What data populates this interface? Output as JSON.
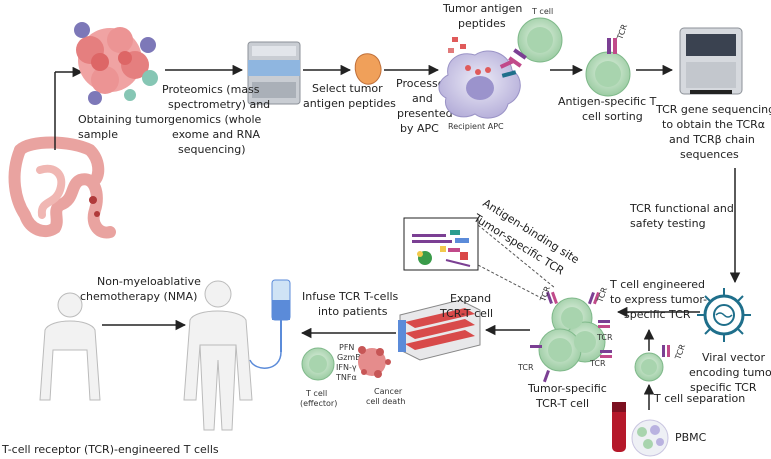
{
  "caption": "T-cell receptor (TCR)-engineered T cells",
  "labels": {
    "obtaining_tumor": [
      "Obtaining tumor",
      "sample"
    ],
    "proteomics": [
      "Proteomics (mass",
      "spectrometry) and",
      "genomics (whole",
      "exome and RNA",
      "sequencing)"
    ],
    "select_peptides": [
      "Select tumor",
      "antigen peptides"
    ],
    "processed": [
      "Processed",
      "and",
      "presented",
      "by APC"
    ],
    "tumor_antigen_peptides": [
      "Tumor antigen",
      "peptides"
    ],
    "t_cell": "T cell",
    "tcr": "TCR",
    "recipient_apc": "Recipient APC",
    "antigen_sorting": [
      "Antigen-specific T",
      "cell sorting"
    ],
    "tcr_sequencing": [
      "TCR gene sequencing",
      "to obtain the TCRα",
      "and TCRβ chain",
      "sequences"
    ],
    "functional_testing": [
      "TCR functional and",
      "safety testing"
    ],
    "antigen_binding_site": "Antigen-binding site",
    "tumor_specific_tcr": "Tumor-specific TCR",
    "engineered": [
      "T cell engineered",
      "to express tumor-",
      "specific TCR"
    ],
    "viral_vector": [
      "Viral vector",
      "encoding tumor-",
      "specific TCR"
    ],
    "t_cell_separation": "T cell separation",
    "pbmc": "PBMC",
    "tumor_specific_tcr_t": [
      "Tumor-specific",
      "TCR-T cell"
    ],
    "expand": [
      "Expand",
      "TCR-T cell"
    ],
    "infuse": [
      "Infuse TCR T-cells",
      "into patients"
    ],
    "nma": [
      "Non-myeloablative",
      "chemotherapy (NMA)"
    ],
    "effector": [
      "T cell",
      "(effector)"
    ],
    "cytokines": [
      "PFN",
      "GzmB",
      "IFN-γ",
      "TNFα"
    ],
    "cancer_death": [
      "Cancer",
      "cell death"
    ]
  },
  "colors": {
    "tcell_fill": "#cfe6cf",
    "tcell_inner": "#7fb98a",
    "tcr_purple": "#7b3f93",
    "tcr_pink": "#c14a8a",
    "tumor_red": "#e58c8c",
    "apc_fill": "#d9d4ee",
    "virus": "#1f6f8b",
    "arrow": "#222222"
  }
}
